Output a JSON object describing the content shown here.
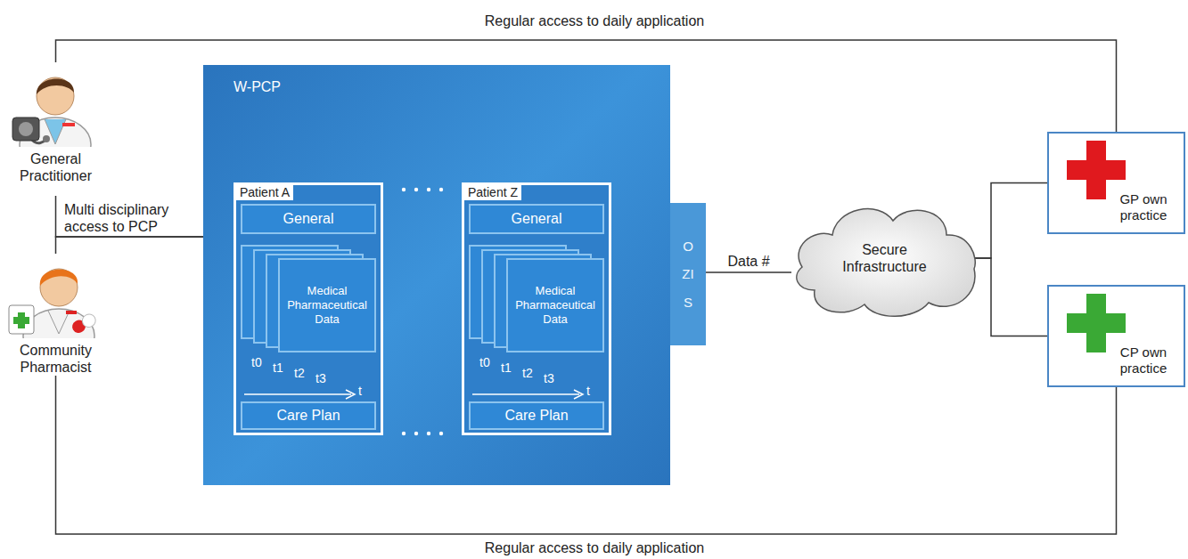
{
  "diagram": {
    "nodes": [
      {
        "text": [
          "General Practitioner"
        ]
      },
      {
        "text": [
          "Community Pharmacist"
        ]
      },
      {
        "text": [
          "W-PCP"
        ]
      },
      {
        "text": [
          "Patient A"
        ],
        "in": 2
      },
      {
        "text": [
          "General"
        ],
        "in": 3
      },
      {
        "text": [
          "Medical Pharmaceutical Data"
        ],
        "in": 3
      },
      {
        "text": [
          "Care Plan"
        ],
        "in": 3
      },
      {
        "text": [
          "Patient Z"
        ],
        "in": 2
      },
      {
        "text": [
          "General"
        ],
        "in": 7
      },
      {
        "text": [
          "Medical Pharmaceutical Data"
        ],
        "in": 7
      },
      {
        "text": [
          "Care Plan"
        ],
        "in": 7
      },
      {
        "text": [
          "OZIS"
        ]
      },
      {
        "text": [
          "Secure Infrastructure"
        ]
      },
      {
        "text": [
          "GP own practice"
        ]
      },
      {
        "text": [
          "CP own practice"
        ]
      }
    ],
    "edges": [
      {
        "from": 0,
        "to": 2,
        "arrow": "none",
        "label": "Multi disciplinary access to PCP"
      },
      {
        "from": 1,
        "to": 2,
        "arrow": "none"
      },
      {
        "from": 0,
        "to": 13,
        "arrow": "none",
        "label": "Regular access to daily application"
      },
      {
        "from": 1,
        "to": 14,
        "arrow": "none",
        "label": "Regular access to daily application"
      },
      {
        "from": 11,
        "to": 12,
        "arrow": "none",
        "label": "Data #"
      },
      {
        "from": 12,
        "to": 13,
        "arrow": "none"
      },
      {
        "from": 12,
        "to": 14,
        "arrow": "none"
      }
    ],
    "labels": [
      "t0",
      "t1",
      "t2",
      "t3",
      "t",
      "t0",
      "t1",
      "t2",
      "t3",
      "t"
    ]
  }
}
